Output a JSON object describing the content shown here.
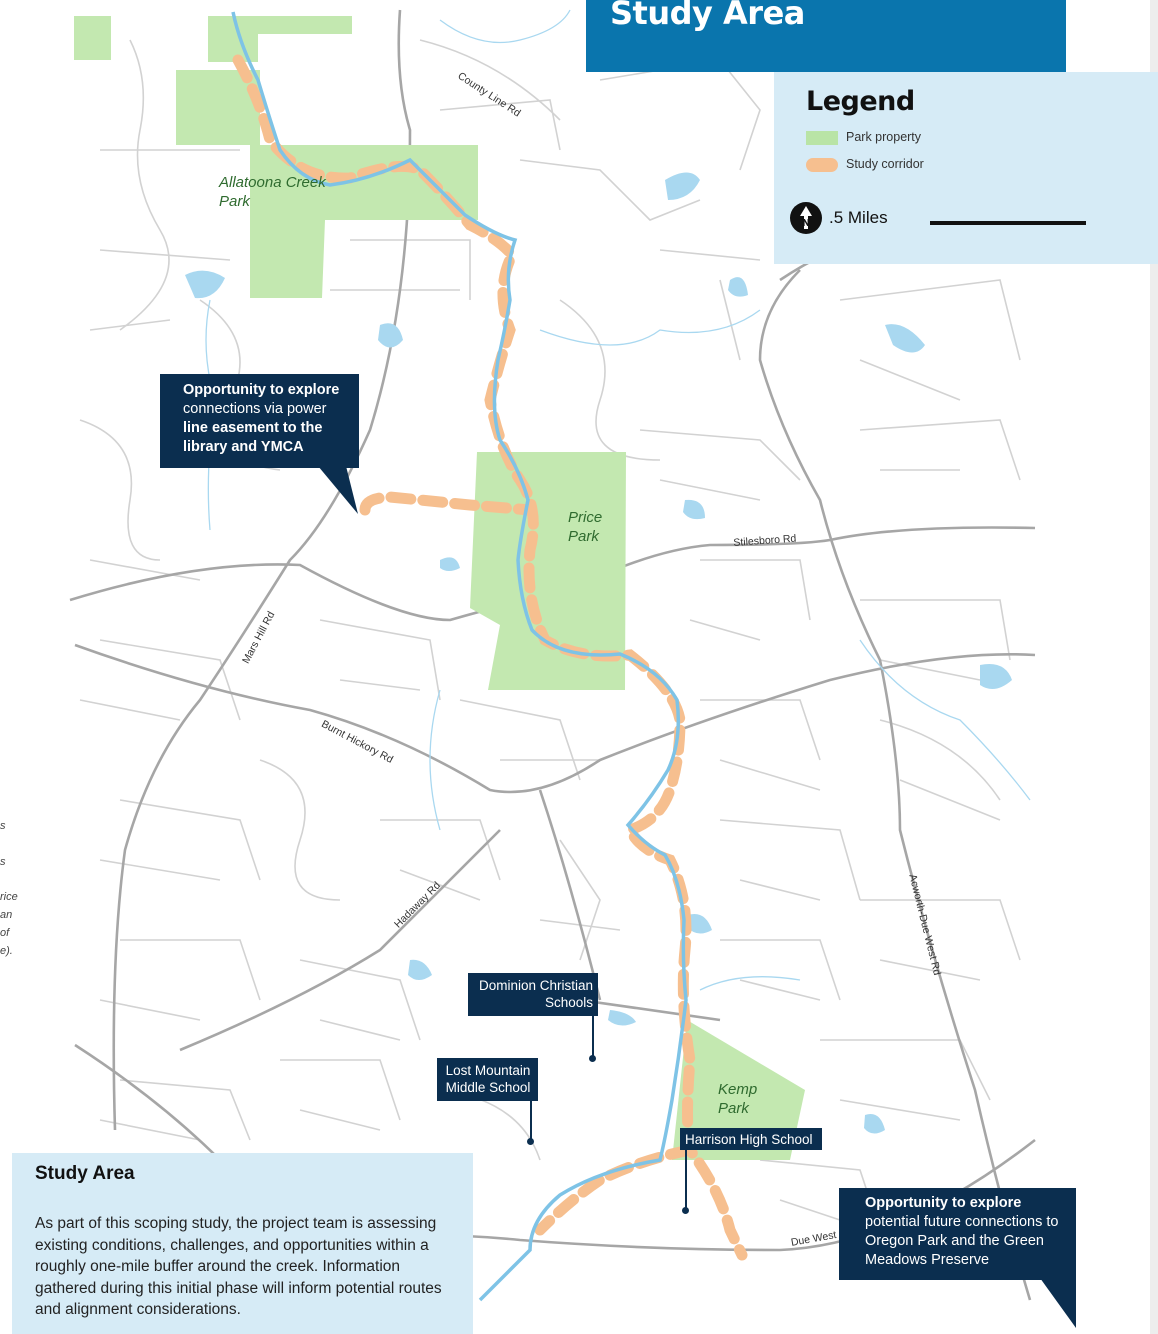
{
  "header": {
    "title": "Study Area"
  },
  "legend": {
    "title": "Legend",
    "items": [
      {
        "label": "Park property",
        "color": "#b9e4a6"
      },
      {
        "label": "Study corridor",
        "color": "#f6bf8f"
      }
    ],
    "scale_label": ".5 Miles",
    "north_letter": "N"
  },
  "colors": {
    "park": "#c3e8b0",
    "corridor": "#f6bf8f",
    "creek": "#7ec3e6",
    "road_major": "#a3a3a3",
    "road_minor": "#cfcfcf",
    "navy": "#0b2e4f",
    "title_blue": "#0a75ad",
    "panel": "#d6ebf6"
  },
  "parks": {
    "allatoona": "Allatoona Creek Park",
    "price": "Price Park",
    "kemp": "Kemp Park"
  },
  "roads": {
    "county_line": "County Line Rd",
    "stilesboro": "Stilesboro Rd",
    "mars_hill": "Mars Hill Rd",
    "burnt_hickory": "Burnt Hickory Rd",
    "hadaway": "Hadaway Rd",
    "acworth": "Acworth-Due West Rd",
    "due_west": "Due West Rd"
  },
  "callouts": {
    "library": {
      "bold1": "Opportunity to explore",
      "normal1": "connections via power",
      "bold2": "line easement to the library and YMCA"
    },
    "oregon": {
      "bold1": "Opportunity to explore",
      "normal": "potential future connections to Oregon Park and the Green Meadows Preserve"
    },
    "dominion": "Dominion Christian Schools",
    "lost_mountain": "Lost Mountain Middle School",
    "harrison": "Harrison High School"
  },
  "study_area": {
    "heading": "Study Area",
    "body": "As part of this scoping study, the project team is assessing existing conditions, challenges, and opportunities within a roughly one-mile buffer around the creek. Information gathered during this initial phase will inform potential routes and alignment considerations."
  },
  "margin_fragments": [
    "s",
    "s",
    "rice",
    "an",
    "of",
    "e)."
  ]
}
